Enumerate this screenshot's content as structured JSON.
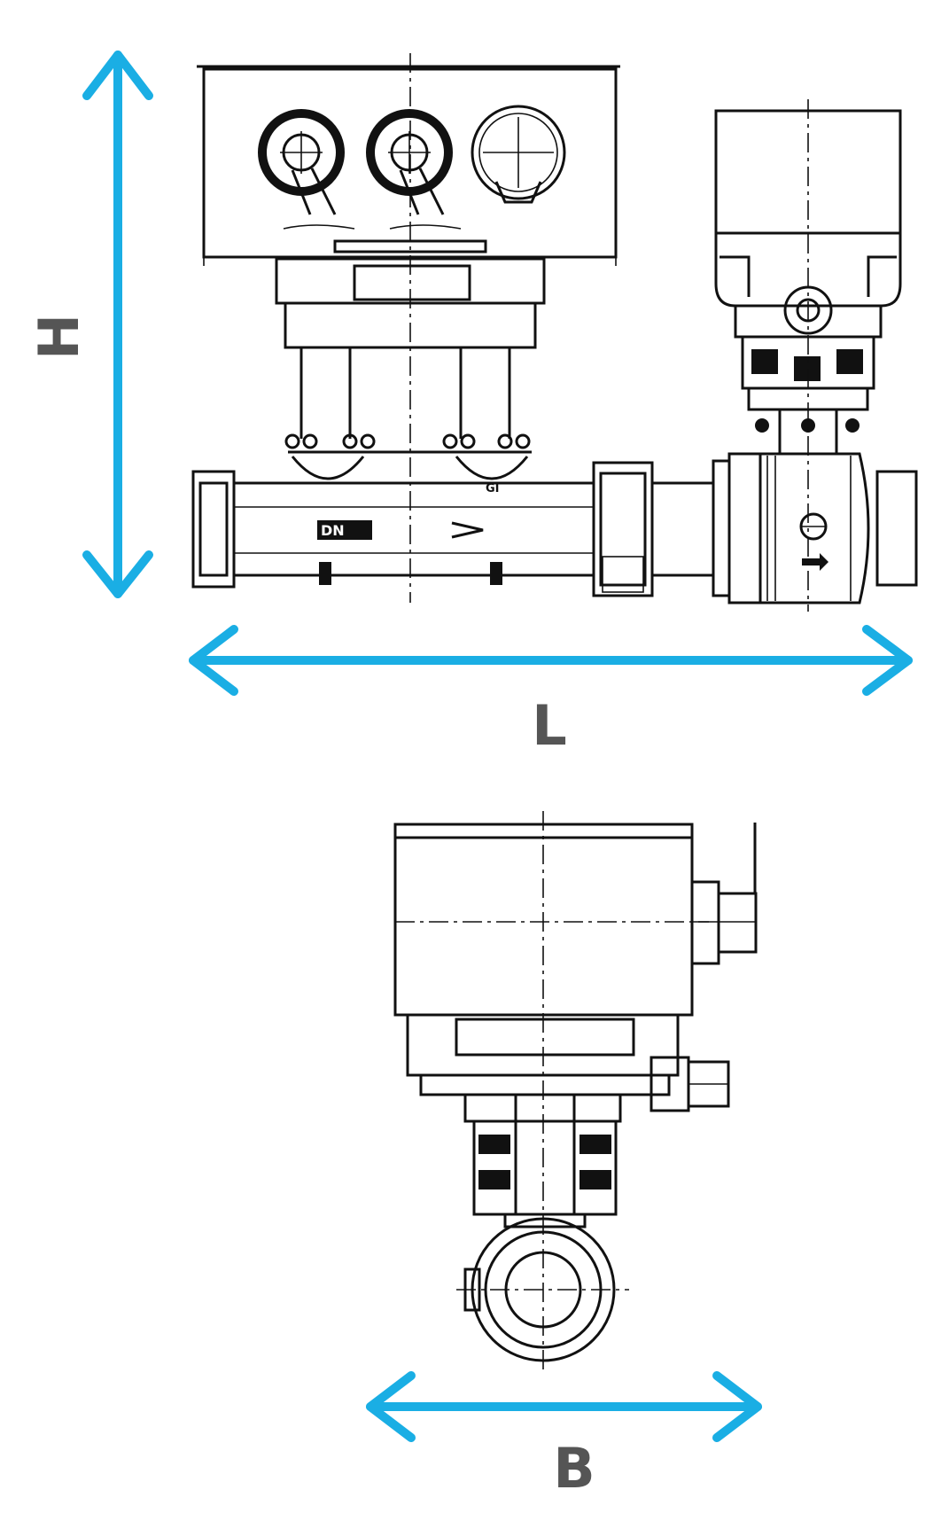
{
  "dimensions": {
    "height_label": "H",
    "length_label": "L",
    "width_label": "B"
  },
  "body_markings": {
    "flow_text": "DN",
    "port_mark": "GI"
  },
  "colors": {
    "arrow": "#1aaee4",
    "label": "#555555",
    "drawing": "#111111",
    "background": "#ffffff"
  },
  "icons": [
    "double-headed-arrow-icon"
  ]
}
